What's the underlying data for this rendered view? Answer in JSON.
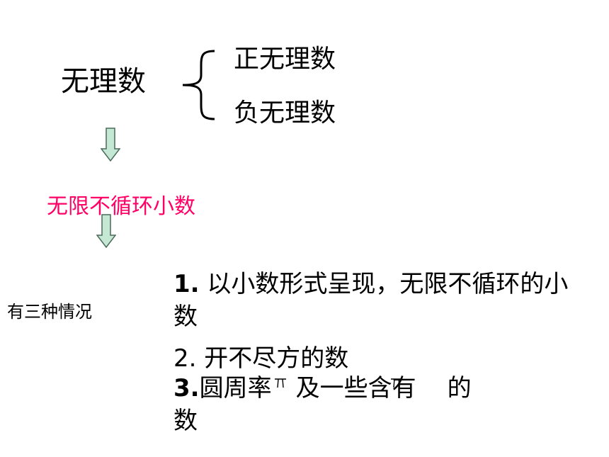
{
  "heading": {
    "main": "无理数",
    "branch_positive": "正无理数",
    "branch_negative": "负无理数"
  },
  "definition": {
    "text": "无限不循环小数",
    "color": "#ff0066"
  },
  "cases": {
    "label": "有三种情况",
    "item1": {
      "num": "1.",
      "text": "以小数形式呈现，无限不循环的小数"
    },
    "item2": {
      "num": "2.",
      "text": "开不尽方的数"
    },
    "item3": {
      "num": "3.",
      "part_a": "圆周率",
      "part_b": "及一些含有",
      "part_c": "的",
      "part_d": "数"
    }
  },
  "colors": {
    "arrow_fill": "#c5e8d4",
    "arrow_stroke": "#4a6a5a",
    "text": "#000000"
  },
  "icons": {
    "arrow": "down-arrow-icon",
    "brace": "left-brace-icon",
    "pi": "pi-symbol-icon"
  }
}
